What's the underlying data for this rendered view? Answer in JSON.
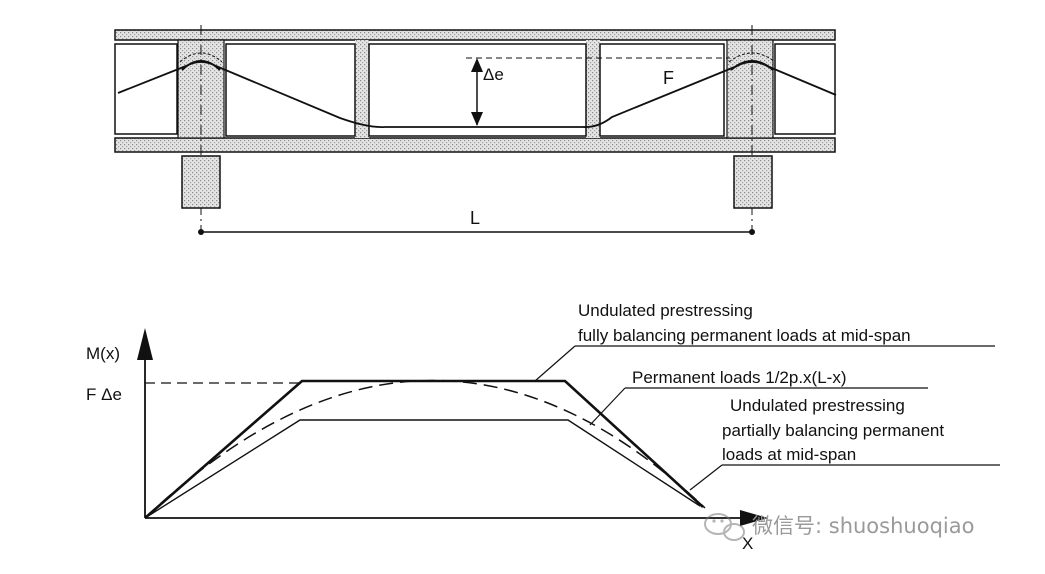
{
  "beam": {
    "eccentricity_label": "Δe",
    "force_label": "F",
    "span_label": "L"
  },
  "moment_diagram": {
    "y_axis_label": "M(x)",
    "x_axis_label": "X",
    "max_moment_label": "F Δe",
    "annotation_full_line1": "Undulated prestressing",
    "annotation_full_line2": "fully balancing permanent loads at mid-span",
    "annotation_permanent": "Permanent loads 1/2p.x(L-x)",
    "annotation_partial_line1": "Undulated prestressing",
    "annotation_partial_line2": "partially balancing permanent",
    "annotation_partial_line3": "loads at mid-span"
  },
  "watermark": {
    "text": "微信号: shuoshuoqiao"
  },
  "colors": {
    "ink": "#111111",
    "concrete": "#d9d9d9",
    "watermark": "#9a9a9a"
  }
}
